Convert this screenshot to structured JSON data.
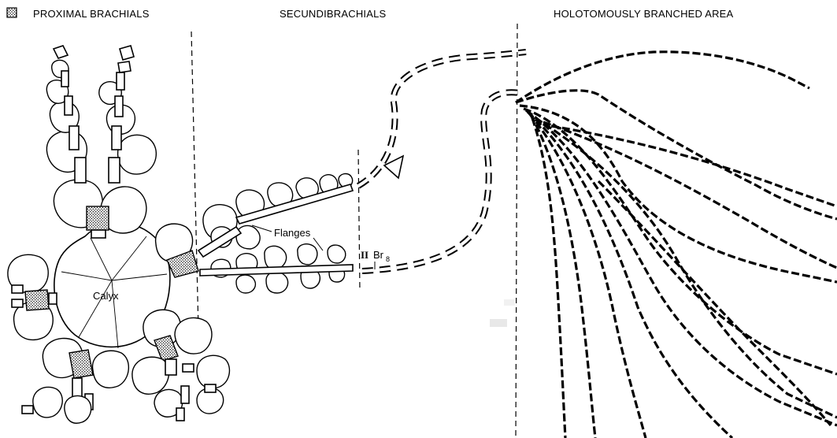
{
  "legend": {
    "icon": "stippled-square-icon",
    "label": "PROXIMAL BRACHIALS"
  },
  "section_headers": {
    "secundibrachials": "SECUNDIBRACHIALS",
    "holotomous": "HOLOTOMOUSLY BRANCHED AREA"
  },
  "labels": {
    "calyx": "Calyx",
    "flanges": "Flanges",
    "br_numeral": "II",
    "br_text": "Br",
    "br_subscript": "8"
  },
  "colors": {
    "ink": "#000000",
    "paper": "#ffffff"
  }
}
